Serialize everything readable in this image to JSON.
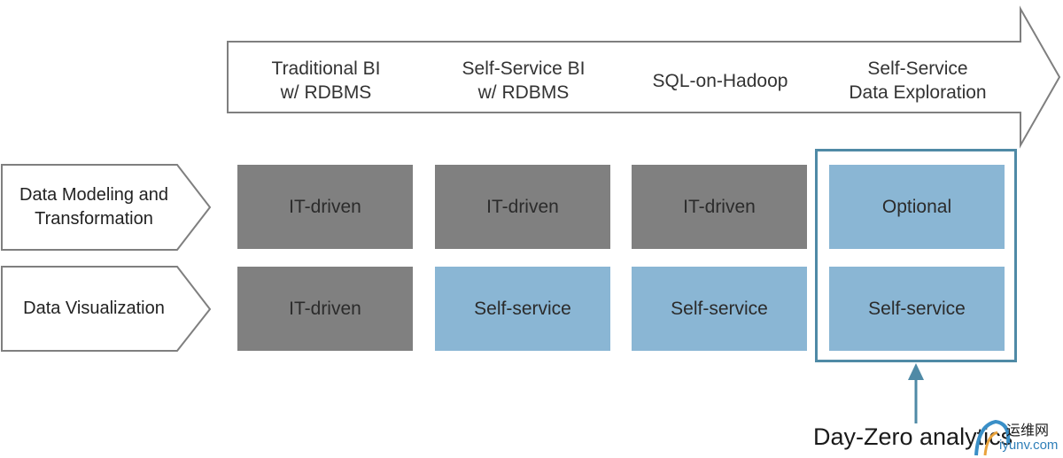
{
  "stages": [
    {
      "label": "Traditional BI\nw/ RDBMS"
    },
    {
      "label": "Self-Service BI\nw/ RDBMS"
    },
    {
      "label": "SQL-on-Hadoop"
    },
    {
      "label": "Self-Service\nData Exploration"
    }
  ],
  "rows": [
    {
      "label": "Data Modeling and\nTransformation",
      "cells": [
        {
          "text": "IT-driven",
          "kind": "it"
        },
        {
          "text": "IT-driven",
          "kind": "it"
        },
        {
          "text": "IT-driven",
          "kind": "it"
        },
        {
          "text": "Optional",
          "kind": "self"
        }
      ]
    },
    {
      "label": "Data Visualization",
      "cells": [
        {
          "text": "IT-driven",
          "kind": "it"
        },
        {
          "text": "Self-service",
          "kind": "self"
        },
        {
          "text": "Self-service",
          "kind": "self"
        },
        {
          "text": "Self-service",
          "kind": "self"
        }
      ]
    }
  ],
  "annotation": "Day-Zero analytics",
  "watermark": {
    "line1": "运维网",
    "line2": "iyunv.com"
  },
  "colors": {
    "it_driven": "#808080",
    "self_service": "#8ab6d4",
    "highlight": "#4f8aa6",
    "outline": "#7f7f7f"
  }
}
